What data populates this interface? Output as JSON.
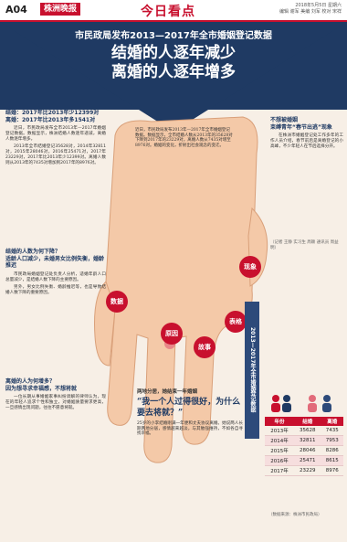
{
  "header": {
    "page_no": "A04",
    "masthead": "株洲晚报",
    "section": "今日看点",
    "date_lines": [
      "2018年5月5日  星期六",
      "编辑 谢军  美编 刘军  校对 宋祥"
    ]
  },
  "banner": {
    "supertitle": "市民政局发布2013—2017年全市婚姻登记数据",
    "headline_1": "结婚的人逐年减少",
    "headline_2": "离婚的人逐年增多"
  },
  "left_top": {
    "heading_1": "结婚：2017年比2013年少12399对",
    "heading_2": "离婚：2017年比2013年多1541对",
    "paragraphs": [
      "近日，市民政局发布全市2013年—2017年婚姻登记数据。数据显示，株洲结婚人数逐年递减，离婚人数逐年增多。",
      "2013年全市结婚登记35628对，2014年32811对，2015年28046对，2016年25471对，2017年23229对，2017年比2013年少12399对。离婚人数则从2013年的7435对增加到2017年的8976对。"
    ]
  },
  "left_bottom": {
    "heading_1": "结婚的人数为何下降？",
    "heading_2": "适龄人口减少，未婚男女比例失衡，婚龄推迟",
    "paragraphs": [
      "市民政局婚姻登记处负责人分析，适婚年龄人口总量减少，是结婚人数下降的主要原因。",
      "另外，男女比例失衡、婚龄推迟等，也是导致结婚人数下降的重要原因。"
    ]
  },
  "left_bottom2": {
    "heading_1": "离婚的人为何增多？",
    "heading_2": "因为想寻求幸福感，不想将就",
    "paragraphs": [
      "一位长期从事婚姻家事纠纷调解的律师认为，现在的年轻人追求个性和独立，对婚姻质量要求更高，一旦感情出现问题，往往不愿意将就。"
    ]
  },
  "right_top": {
    "heading_1": "不想被婚姻",
    "heading_2": "束缚青年“春节出逃”现象",
    "paragraphs": [
      "在株洲市婚姻登记处工作多年的工作人员介绍，春节前后是离婚登记的小高峰，不少年轻人在节后选择分开。"
    ]
  },
  "reporter": "（记者 王静 实习生 周颖  通讯员 周益明）",
  "center_note": "近日，市民政局发布2013年—2017年全市婚姻登记数据。数据显示，全市结婚人数从2013年的35628对下降到2017年的23229对，离婚人数从7435对增至8976对。婚姻的变化，折射出社会观念的变迁。",
  "finger_labels": [
    "数据",
    "原因",
    "故事",
    "表格",
    "现象"
  ],
  "ribbon_text": "2013—2017年全市婚姻登记数据",
  "quote": {
    "kicker": "两地分居，她结束一年婚姻",
    "title": "“我一个人过得很好，为什么要去将就？”",
    "body": "25岁的小李结婚刚满一年便和丈夫协议离婚。她说两人长期两地分居，感情越来越淡，与其勉强维持，不如各自寻找幸福。"
  },
  "table": {
    "columns": [
      "年份",
      "结婚",
      "离婚"
    ],
    "rows": [
      [
        "2013年",
        "35628",
        "7435"
      ],
      [
        "2014年",
        "32811",
        "7953"
      ],
      [
        "2015年",
        "28046",
        "8286"
      ],
      [
        "2016年",
        "25471",
        "8615"
      ],
      [
        "2017年",
        "23229",
        "8976"
      ]
    ],
    "source": "（数据来源：株洲市民政局）"
  },
  "colors": {
    "accent": "#c8102e",
    "navy": "#1f3a63",
    "skin": "#f4c9a8"
  }
}
